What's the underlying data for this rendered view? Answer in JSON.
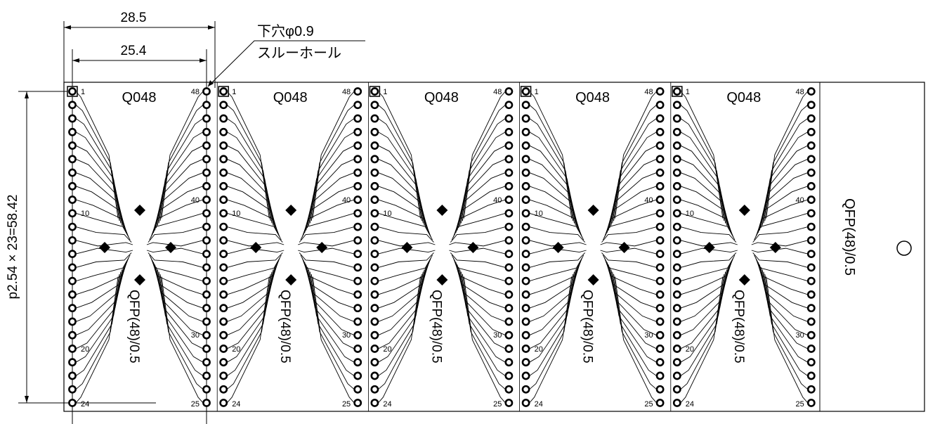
{
  "dimensions": {
    "outer_width": "28.5",
    "inner_width": "25.4",
    "hole_spec_line1": "下穴φ0.9",
    "hole_spec_line2": "スルーホール",
    "pitch": "p2.54 × 23=58.42"
  },
  "panel": {
    "modules": [
      {
        "title": "Q048",
        "package": "QFP(48)/0.5"
      },
      {
        "title": "Q048",
        "package": "QFP(48)/0.5"
      },
      {
        "title": "Q048",
        "package": "QFP(48)/0.5"
      },
      {
        "title": "Q048",
        "package": "QFP(48)/0.5"
      },
      {
        "title": "Q048",
        "package": "QFP(48)/0.5"
      }
    ],
    "pin_labels": {
      "left_top": "1",
      "left_mid": "10",
      "left_low": "20",
      "left_bottom": "24",
      "right_top": "48",
      "right_mid": "40",
      "right_low": "30",
      "right_bottom": "25"
    },
    "end_label": "QFP(48)/0.5"
  },
  "colors": {
    "line": "#000000",
    "background": "#ffffff"
  }
}
